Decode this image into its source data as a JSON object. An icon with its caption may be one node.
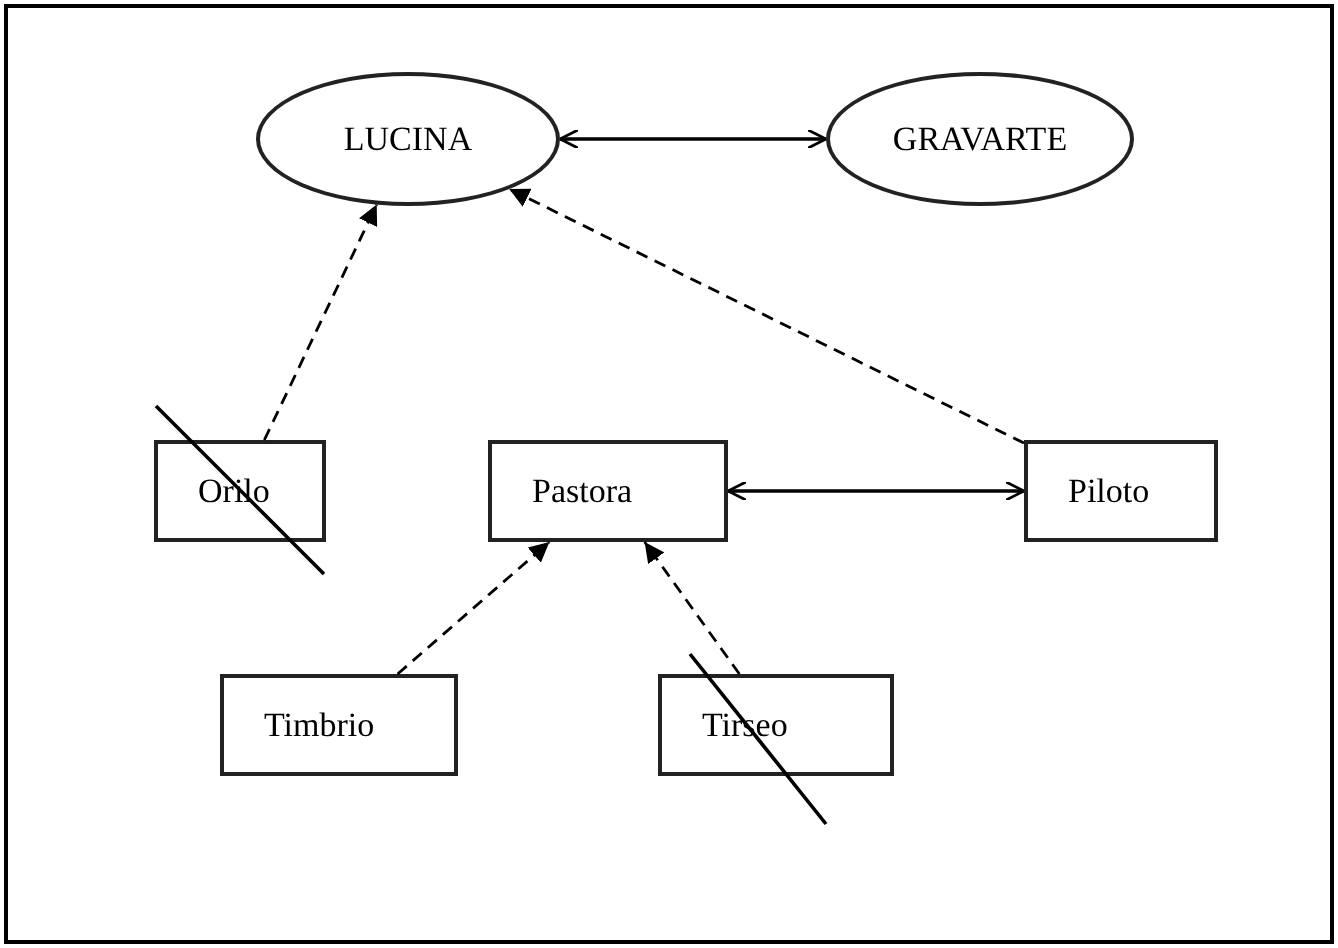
{
  "diagram": {
    "nodes": [
      {
        "text": [
          "LUCINA"
        ]
      },
      {
        "text": [
          "GRAVARTE"
        ]
      },
      {
        "text": [
          "Orilo"
        ]
      },
      {
        "text": [
          "Pastora"
        ]
      },
      {
        "text": [
          "Piloto"
        ]
      },
      {
        "text": [
          "Timbrio"
        ]
      },
      {
        "text": [
          "Tirseo"
        ]
      }
    ],
    "edges": [
      {
        "from": 0,
        "to": 1,
        "arrow": "both"
      },
      {
        "from": 2,
        "to": 0,
        "arrow": "to",
        "style": "dashed"
      },
      {
        "from": 4,
        "to": 0,
        "arrow": "to",
        "style": "dashed"
      },
      {
        "from": 3,
        "to": 4,
        "arrow": "both"
      },
      {
        "from": 5,
        "to": 3,
        "arrow": "to",
        "style": "dashed"
      },
      {
        "from": 6,
        "to": 3,
        "arrow": "to",
        "style": "dashed"
      }
    ]
  }
}
